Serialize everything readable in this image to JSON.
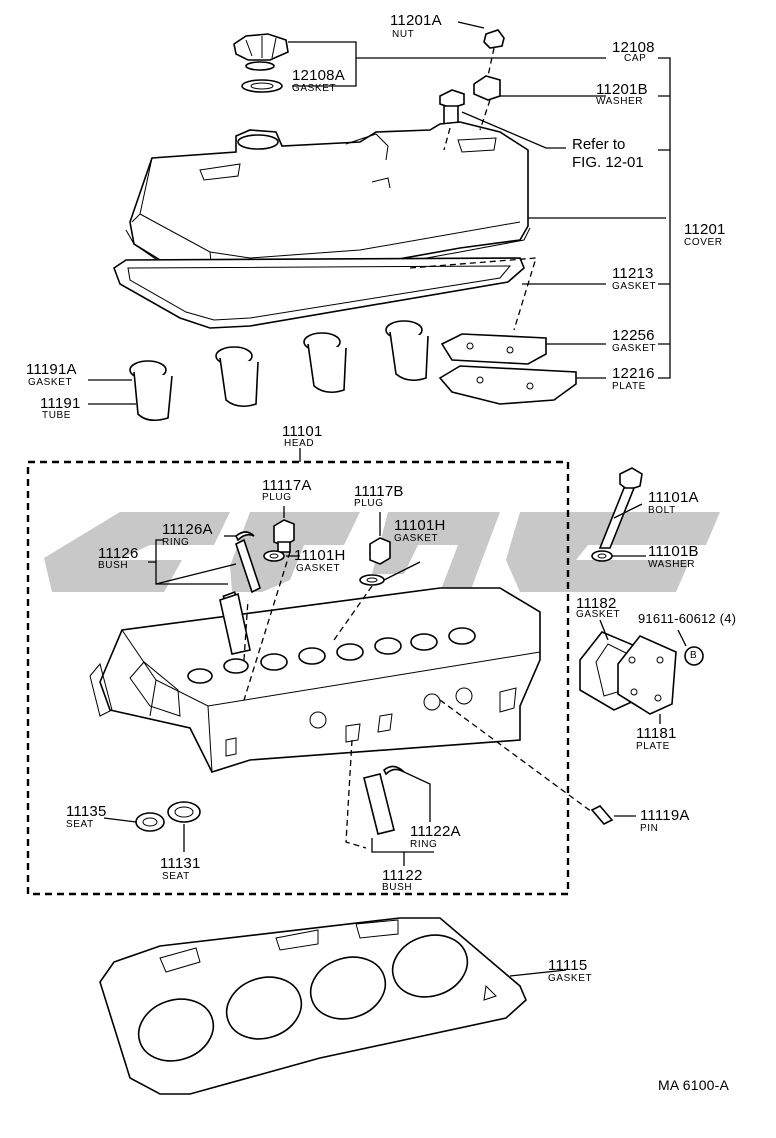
{
  "diagram_title": "MA 6100-A",
  "parts": [
    {
      "id": "nut",
      "number": "11201A",
      "name": "NUT"
    },
    {
      "id": "cap",
      "number": "12108",
      "name": "CAP"
    },
    {
      "id": "gasket-cap",
      "number": "12108A",
      "name": "GASKET"
    },
    {
      "id": "washer-cover",
      "number": "11201B",
      "name": "WASHER"
    },
    {
      "id": "cover",
      "number": "11201",
      "name": "COVER"
    },
    {
      "id": "gasket-cover",
      "number": "11213",
      "name": "GASKET"
    },
    {
      "id": "gasket-plate",
      "number": "12256",
      "name": "GASKET"
    },
    {
      "id": "plate-cover",
      "number": "12216",
      "name": "PLATE"
    },
    {
      "id": "gasket-tube",
      "number": "11191A",
      "name": "GASKET"
    },
    {
      "id": "tube",
      "number": "11191",
      "name": "TUBE"
    },
    {
      "id": "head",
      "number": "11101",
      "name": "HEAD"
    },
    {
      "id": "plug-a",
      "number": "11117A",
      "name": "PLUG"
    },
    {
      "id": "plug-b",
      "number": "11117B",
      "name": "PLUG"
    },
    {
      "id": "ring-bush",
      "number": "11126A",
      "name": "RING"
    },
    {
      "id": "bush",
      "number": "11126",
      "name": "BUSH"
    },
    {
      "id": "gasket-plug-a",
      "number": "11101H",
      "name": "GASKET"
    },
    {
      "id": "gasket-plug-b",
      "number": "11101H",
      "name": "GASKET"
    },
    {
      "id": "bolt",
      "number": "11101A",
      "name": "BOLT"
    },
    {
      "id": "washer-bolt",
      "number": "11101B",
      "name": "WASHER"
    },
    {
      "id": "gasket-side",
      "number": "11182",
      "name": "GASKET"
    },
    {
      "id": "screw",
      "number": "91611-60612 (4)",
      "name": ""
    },
    {
      "id": "plate-side",
      "number": "11181",
      "name": "PLATE"
    },
    {
      "id": "pin",
      "number": "11119A",
      "name": "PIN"
    },
    {
      "id": "seat-a",
      "number": "11135",
      "name": "SEAT"
    },
    {
      "id": "seat-b",
      "number": "11131",
      "name": "SEAT"
    },
    {
      "id": "ring-guide",
      "number": "11122A",
      "name": "RING"
    },
    {
      "id": "bush-guide",
      "number": "11122",
      "name": "BUSH"
    },
    {
      "id": "head-gasket",
      "number": "11115",
      "name": "GASKET"
    }
  ],
  "refer": {
    "line1": "Refer to",
    "line2": "FIG. 12-01"
  },
  "callout_marker": "B"
}
